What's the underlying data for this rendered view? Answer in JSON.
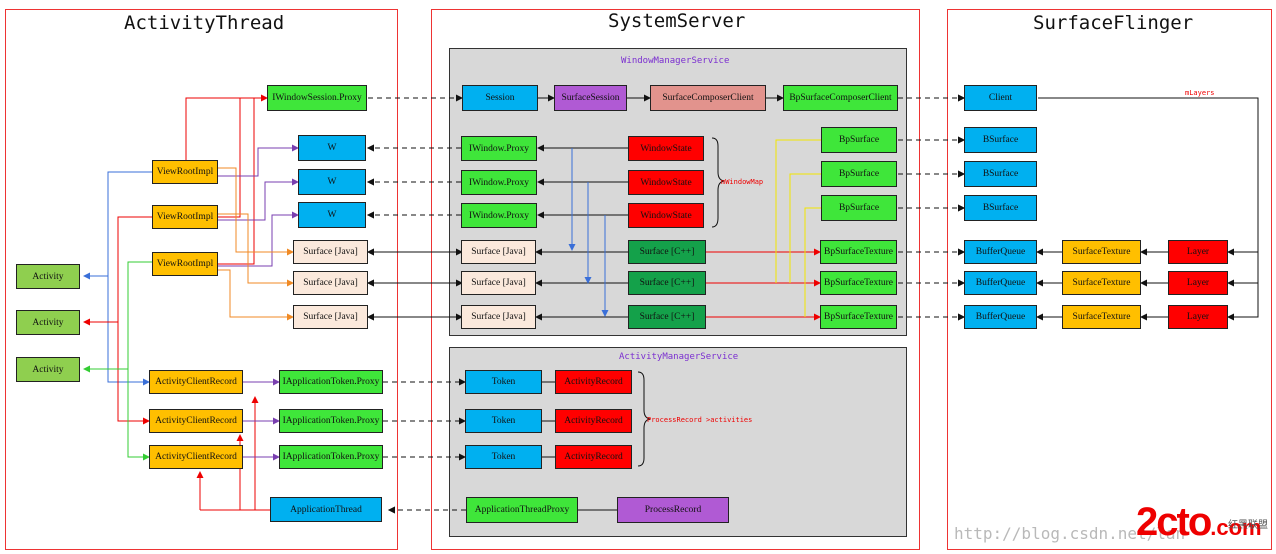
{
  "panels": {
    "activity_thread": "ActivityThread",
    "system_server": "SystemServer",
    "surface_flinger": "SurfaceFlinger"
  },
  "groups": {
    "wms": "WindowManagerService",
    "ams": "ActivityManagerService"
  },
  "activity_thread": {
    "activities": [
      "Activity",
      "Activity",
      "Activity"
    ],
    "view_root_impls": [
      "ViewRootImpl",
      "ViewRootImpl",
      "ViewRootImpl"
    ],
    "iwindow_session_proxy": "IWindowSession.Proxy",
    "w_objects": [
      "W",
      "W",
      "W"
    ],
    "java_surfaces": [
      "Surface [Java]",
      "Surface [Java]",
      "Surface [Java]"
    ],
    "activity_client_records": [
      "ActivityClientRecord",
      "ActivityClientRecord",
      "ActivityClientRecord"
    ],
    "app_token_proxies": [
      "IApplicationToken.Proxy",
      "IApplicationToken.Proxy",
      "IApplicationToken.Proxy"
    ],
    "application_thread": "ApplicationThread"
  },
  "wms": {
    "session": "Session",
    "surface_session": "SurfaceSession",
    "surface_composer_client": "SurfaceComposerClient",
    "bp_surface_composer_client": "BpSurfaceComposerClient",
    "iwindow_proxies": [
      "IWindow.Proxy",
      "IWindow.Proxy",
      "IWindow.Proxy"
    ],
    "window_states": [
      "WindowState",
      "WindowState",
      "WindowState"
    ],
    "window_map_note": "mWindowMap",
    "bp_surfaces": [
      "BpSurface",
      "BpSurface",
      "BpSurface"
    ],
    "java_surfaces": [
      "Surface [Java]",
      "Surface [Java]",
      "Surface [Java]"
    ],
    "cpp_surfaces": [
      "Surface [C++]",
      "Surface [C++]",
      "Surface [C++]"
    ],
    "bp_surface_textures": [
      "BpSurfaceTexture",
      "BpSurfaceTexture",
      "BpSurfaceTexture"
    ]
  },
  "ams": {
    "tokens": [
      "Token",
      "Token",
      "Token"
    ],
    "activity_records": [
      "ActivityRecord",
      "ActivityRecord",
      "ActivityRecord"
    ],
    "process_record_note": "ProcessRecord >activities",
    "application_thread_proxy": "ApplicationThreadProxy",
    "process_record": "ProcessRecord"
  },
  "surface_flinger": {
    "client": "Client",
    "layers_note": "mLayers",
    "bsurfaces": [
      "BSurface",
      "BSurface",
      "BSurface"
    ],
    "buffer_queues": [
      "BufferQueue",
      "BufferQueue",
      "BufferQueue"
    ],
    "surface_textures": [
      "SurfaceTexture",
      "SurfaceTexture",
      "SurfaceTexture"
    ],
    "layers": [
      "Layer",
      "Layer",
      "Layer"
    ]
  },
  "watermark": "http://blog.csdn.net/lan",
  "logo": {
    "main": "2cto",
    "suffix": ".com",
    "cn": "红黑联盟"
  },
  "colors": {
    "panel_border": "#e33333",
    "red_arrow": "#e00000",
    "blue_arrow": "#3a6fd8",
    "purple_arrow": "#7a3fb0",
    "orange_arrow": "#f08a24",
    "green_arrow": "#33cc33",
    "yellow_arrow": "#f2e600"
  }
}
